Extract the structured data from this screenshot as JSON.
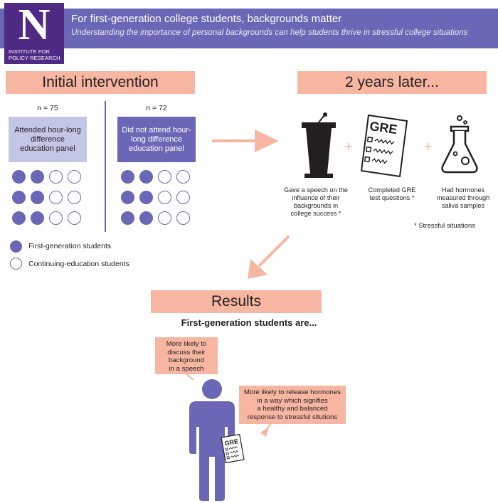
{
  "header": {
    "logo_letter": "N",
    "logo_line1": "INSTITUTE FOR",
    "logo_line2": "POLICY RESEARCH",
    "title": "For first-generation college students, backgrounds matter",
    "subtitle": "Understanding the importance of personal backgrounds can help students thrive in stressful college situations"
  },
  "intervention": {
    "heading": "Initial intervention",
    "groups": [
      {
        "n_label": "n = 75",
        "label": "Attended hour-long difference education panel",
        "dots": [
          1,
          1,
          0,
          0,
          1,
          1,
          0,
          0,
          1,
          1,
          0,
          0
        ]
      },
      {
        "n_label": "n = 72",
        "label": "Did not attend hour-long difference education panel",
        "dots": [
          1,
          1,
          0,
          0,
          1,
          1,
          0,
          0,
          1,
          1,
          0,
          0
        ]
      }
    ]
  },
  "legend": {
    "first_gen": "First-generation students",
    "continuing": "Continuing-education students"
  },
  "later": {
    "heading": "2 years later...",
    "items": [
      {
        "icon": "podium-icon",
        "caption_lines": [
          "Gave a speech on the",
          "influence of their",
          "backgrounds in",
          "college success *"
        ]
      },
      {
        "icon": "gre-test-icon",
        "caption_lines": [
          "Completed GRE",
          "test questions *"
        ]
      },
      {
        "icon": "flask-icon",
        "caption_lines": [
          "Had hormones",
          "measured through",
          "saliva samples"
        ]
      }
    ],
    "plus": "+",
    "gre_label": "GRE",
    "footnote": "* Stressful situations"
  },
  "results": {
    "heading": "Results",
    "subheading": "First-generation students are...",
    "bubble1_lines": [
      "More likely to",
      "discuss their",
      "background",
      "in a speech"
    ],
    "bubble2_lines": [
      "More likely to release hormones",
      "in a way which signifies",
      "a healthy and balanced",
      "response to stressful situtions"
    ],
    "paper_label": "GRE"
  },
  "colors": {
    "purple": "#6a67b6",
    "light_purple": "#c4c6e5",
    "salmon": "#f7b6a2",
    "logo_purple": "#4e2a84"
  }
}
